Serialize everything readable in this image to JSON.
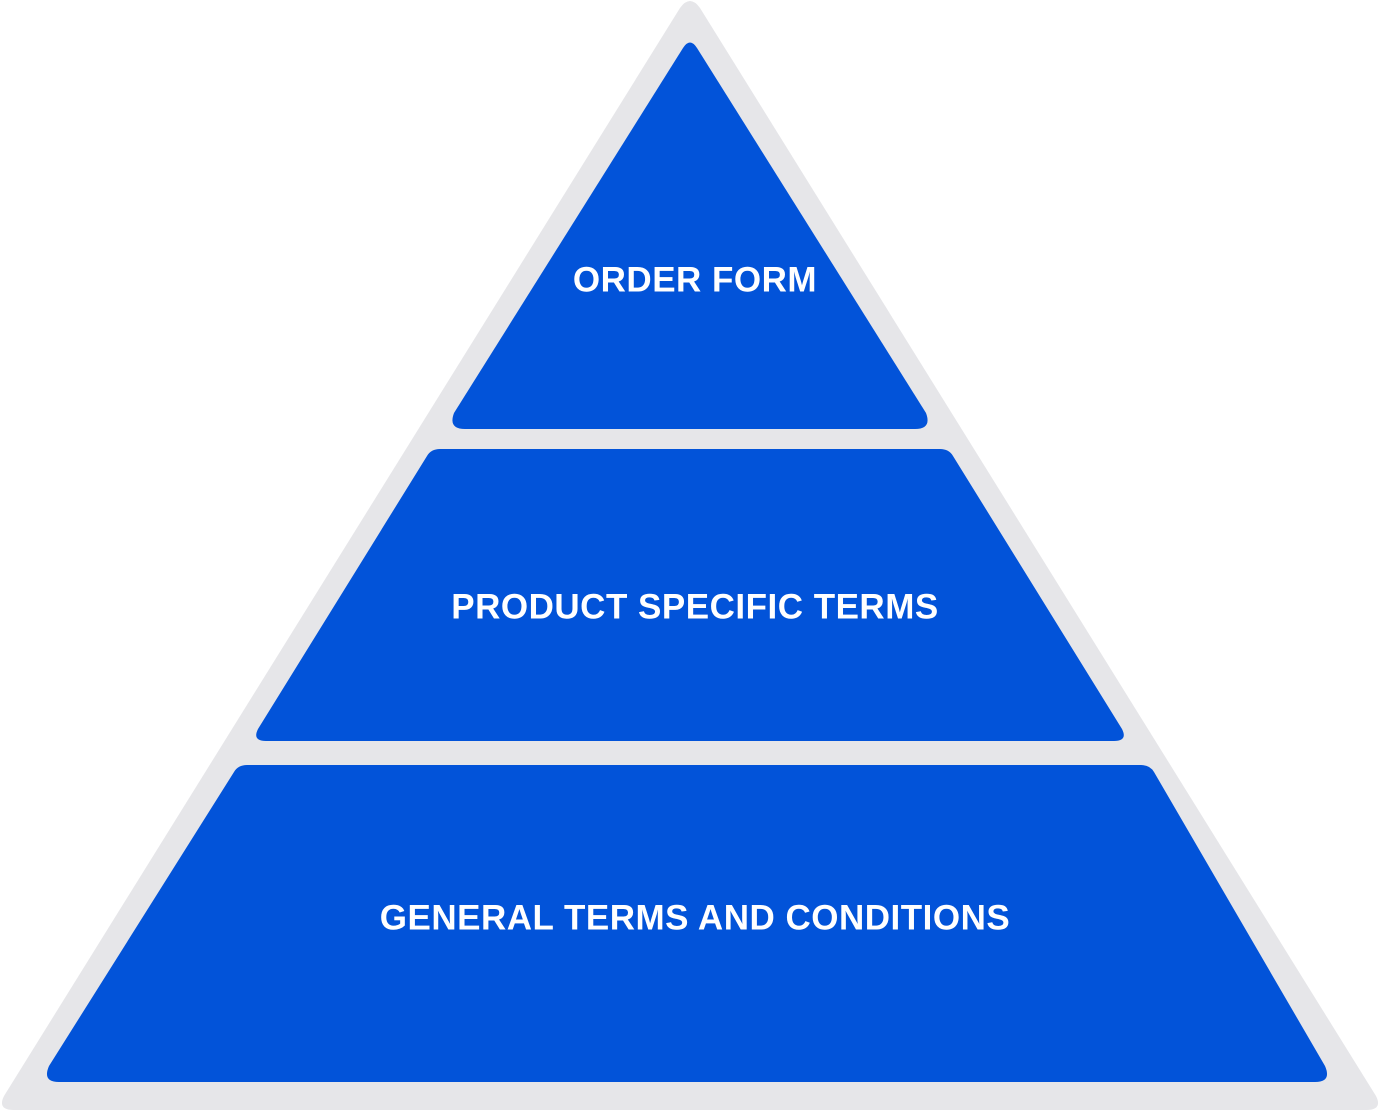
{
  "diagram": {
    "type": "pyramid",
    "colors": {
      "background": "#ffffff",
      "outline": "#e6e6e9",
      "tier_fill": "#0253d9",
      "label": "#ffffff"
    },
    "tiers": [
      {
        "label": "ORDER FORM"
      },
      {
        "label": "PRODUCT SPECIFIC TERMS"
      },
      {
        "label": "GENERAL TERMS AND CONDITIONS"
      }
    ]
  }
}
